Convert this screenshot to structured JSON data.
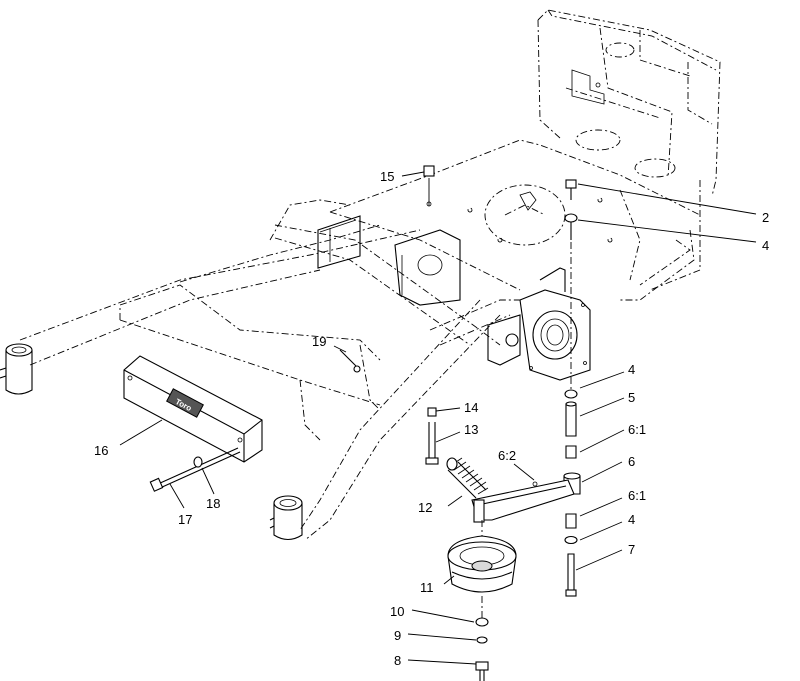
{
  "callouts": {
    "c2": "2",
    "c4a": "4",
    "c4b": "4",
    "c4c": "4",
    "c5": "5",
    "c6": "6",
    "c6_1a": "6:1",
    "c6_1b": "6:1",
    "c6_2": "6:2",
    "c7": "7",
    "c8": "8",
    "c9": "9",
    "c10": "10",
    "c11": "11",
    "c12": "12",
    "c13": "13",
    "c14": "14",
    "c15": "15",
    "c16": "16",
    "c17": "17",
    "c18": "18",
    "c19": "19"
  },
  "colors": {
    "line": "#000000",
    "background": "#ffffff",
    "shade": "#d9d9d9"
  },
  "logo_text": "Toro"
}
